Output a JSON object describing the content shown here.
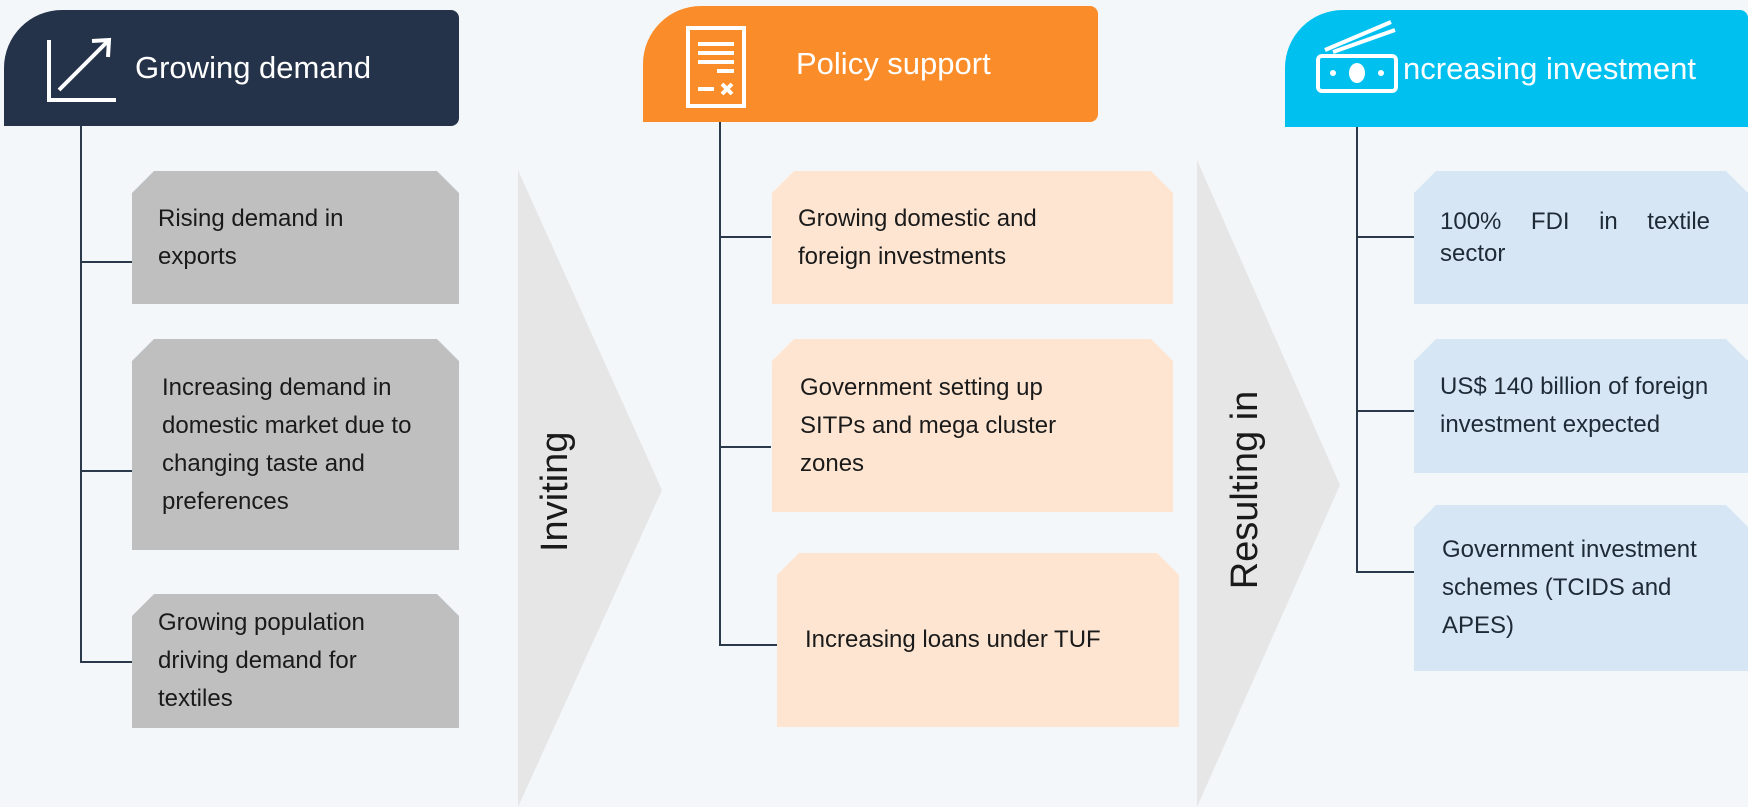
{
  "columns": [
    {
      "header": {
        "title": "Growing demand",
        "icon": "trend-up-chart-icon",
        "color": "#243349"
      },
      "items": [
        "Rising demand in exports",
        "Increasing demand in domestic market due to changing taste and preferences",
        "Growing population driving demand for textiles"
      ]
    },
    {
      "header": {
        "title": "Policy support",
        "icon": "document-policy-icon",
        "color": "#fb8c2a"
      },
      "items": [
        "Growing domestic and foreign investments",
        "Government setting up SITPs and mega cluster zones",
        "Increasing loans under TUF"
      ]
    },
    {
      "header": {
        "title": "ncreasing investment",
        "icon": "money-banknote-icon",
        "color": "#00c0f0"
      },
      "items": [
        "100% FDI in textile sector",
        "US$ 140 billion of foreign investment expected",
        "Government investment schemes (TCIDS and APES)"
      ]
    }
  ],
  "connectors": [
    {
      "label": "Inviting"
    },
    {
      "label": "Resulting in"
    }
  ],
  "colors": {
    "background": "#f3f7f9",
    "arrow": "#e6e6e6",
    "card_grey": "#bfbfbf",
    "card_peach": "#fde5d2",
    "card_blue": "#d6e6f4"
  }
}
